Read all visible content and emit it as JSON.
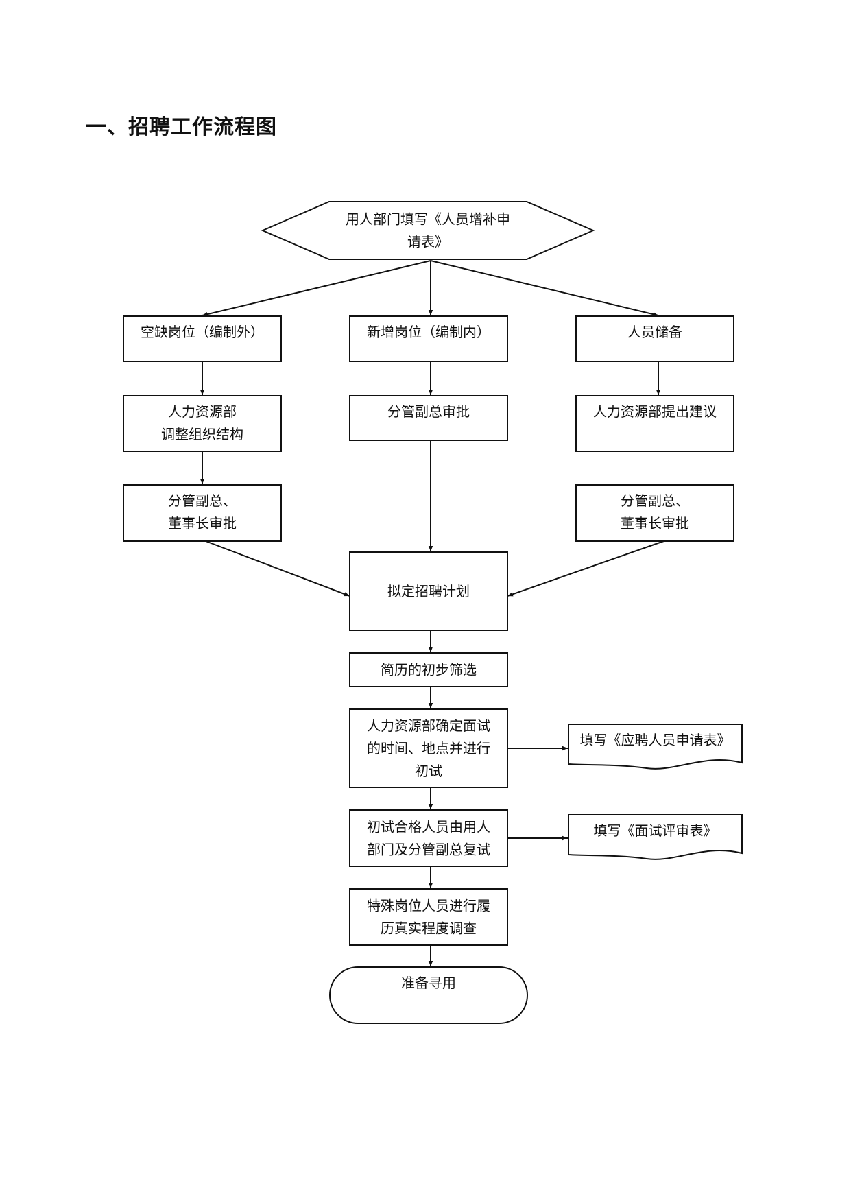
{
  "title": "一、招聘工作流程图",
  "nodes": [
    {
      "id": "start",
      "lines": [
        "用人部门填写《人员增补申",
        "请表》"
      ]
    },
    {
      "id": "vacant",
      "lines": [
        "空缺岗位（编制外）"
      ]
    },
    {
      "id": "new",
      "lines": [
        "新增岗位（编制内）"
      ]
    },
    {
      "id": "reserve",
      "lines": [
        "人员储备"
      ]
    },
    {
      "id": "hr-adjust",
      "lines": [
        "人力资源部",
        "调整组织结构"
      ]
    },
    {
      "id": "vp-approve",
      "lines": [
        "分管副总审批"
      ]
    },
    {
      "id": "hr-suggest",
      "lines": [
        "人力资源部提出建议"
      ]
    },
    {
      "id": "vp-chair-left",
      "lines": [
        "分管副总、",
        "董事长审批"
      ]
    },
    {
      "id": "vp-chair-right",
      "lines": [
        "分管副总、",
        "董事长审批"
      ]
    },
    {
      "id": "plan",
      "lines": [
        "拟定招聘计划"
      ]
    },
    {
      "id": "screen",
      "lines": [
        "简历的初步筛选"
      ]
    },
    {
      "id": "interview1",
      "lines": [
        "人力资源部确定面试",
        "的时间、地点并进行",
        "初试"
      ]
    },
    {
      "id": "form-apply",
      "lines": [
        "填写《应聘人员申请表》"
      ]
    },
    {
      "id": "interview2",
      "lines": [
        "初试合格人员由用人",
        "部门及分管副总复试"
      ]
    },
    {
      "id": "form-review",
      "lines": [
        "填写《面试评审表》"
      ]
    },
    {
      "id": "background",
      "lines": [
        "特殊岗位人员进行履",
        "历真实程度调查"
      ]
    },
    {
      "id": "end",
      "lines": [
        "准备寻用"
      ]
    }
  ]
}
